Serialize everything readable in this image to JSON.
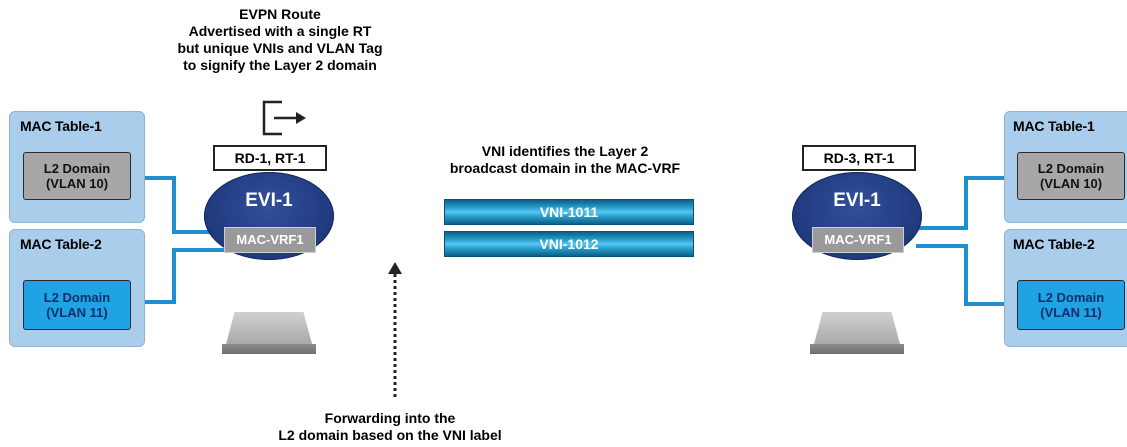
{
  "route_caption": {
    "line1": "EVPN Route",
    "line2": "Advertised with a single RT",
    "line3": "but unique VNIs and VLAN Tag",
    "line4": "to signify the Layer 2 domain"
  },
  "vni_caption": {
    "line1": "VNI identifies the Layer 2",
    "line2": "broadcast domain in the MAC-VRF"
  },
  "forwarding_caption": {
    "line1": "Forwarding into the",
    "line2": "L2 domain based on the VNI label"
  },
  "left": {
    "rd_rt": "RD-1, RT-1",
    "evi": "EVI-1",
    "mac_vrf": "MAC-VRF1",
    "table1": {
      "title": "MAC Table-1",
      "l2_line1": "L2 Domain",
      "l2_line2": "(VLAN 10)"
    },
    "table2": {
      "title": "MAC Table-2",
      "l2_line1": "L2 Domain",
      "l2_line2": "(VLAN 11)"
    }
  },
  "right": {
    "rd_rt": "RD-3, RT-1",
    "evi": "EVI-1",
    "mac_vrf": "MAC-VRF1",
    "table1": {
      "title": "MAC Table-1",
      "l2_line1": "L2 Domain",
      "l2_line2": "(VLAN 10)"
    },
    "table2": {
      "title": "MAC Table-2",
      "l2_line1": "L2 Domain",
      "l2_line2": "(VLAN 11)"
    }
  },
  "tunnels": [
    "VNI-1011",
    "VNI-1012"
  ],
  "icons": {
    "route": "export-arrow-icon",
    "forwarding": "up-dotted-arrow-icon"
  },
  "colors": {
    "mac_table_bg": "#a9cdeb",
    "evi_fill": "#223d82",
    "link": "#1f8fd0",
    "l2_vlan10": "#a7a7a7",
    "l2_vlan11": "#1fa3e2"
  }
}
